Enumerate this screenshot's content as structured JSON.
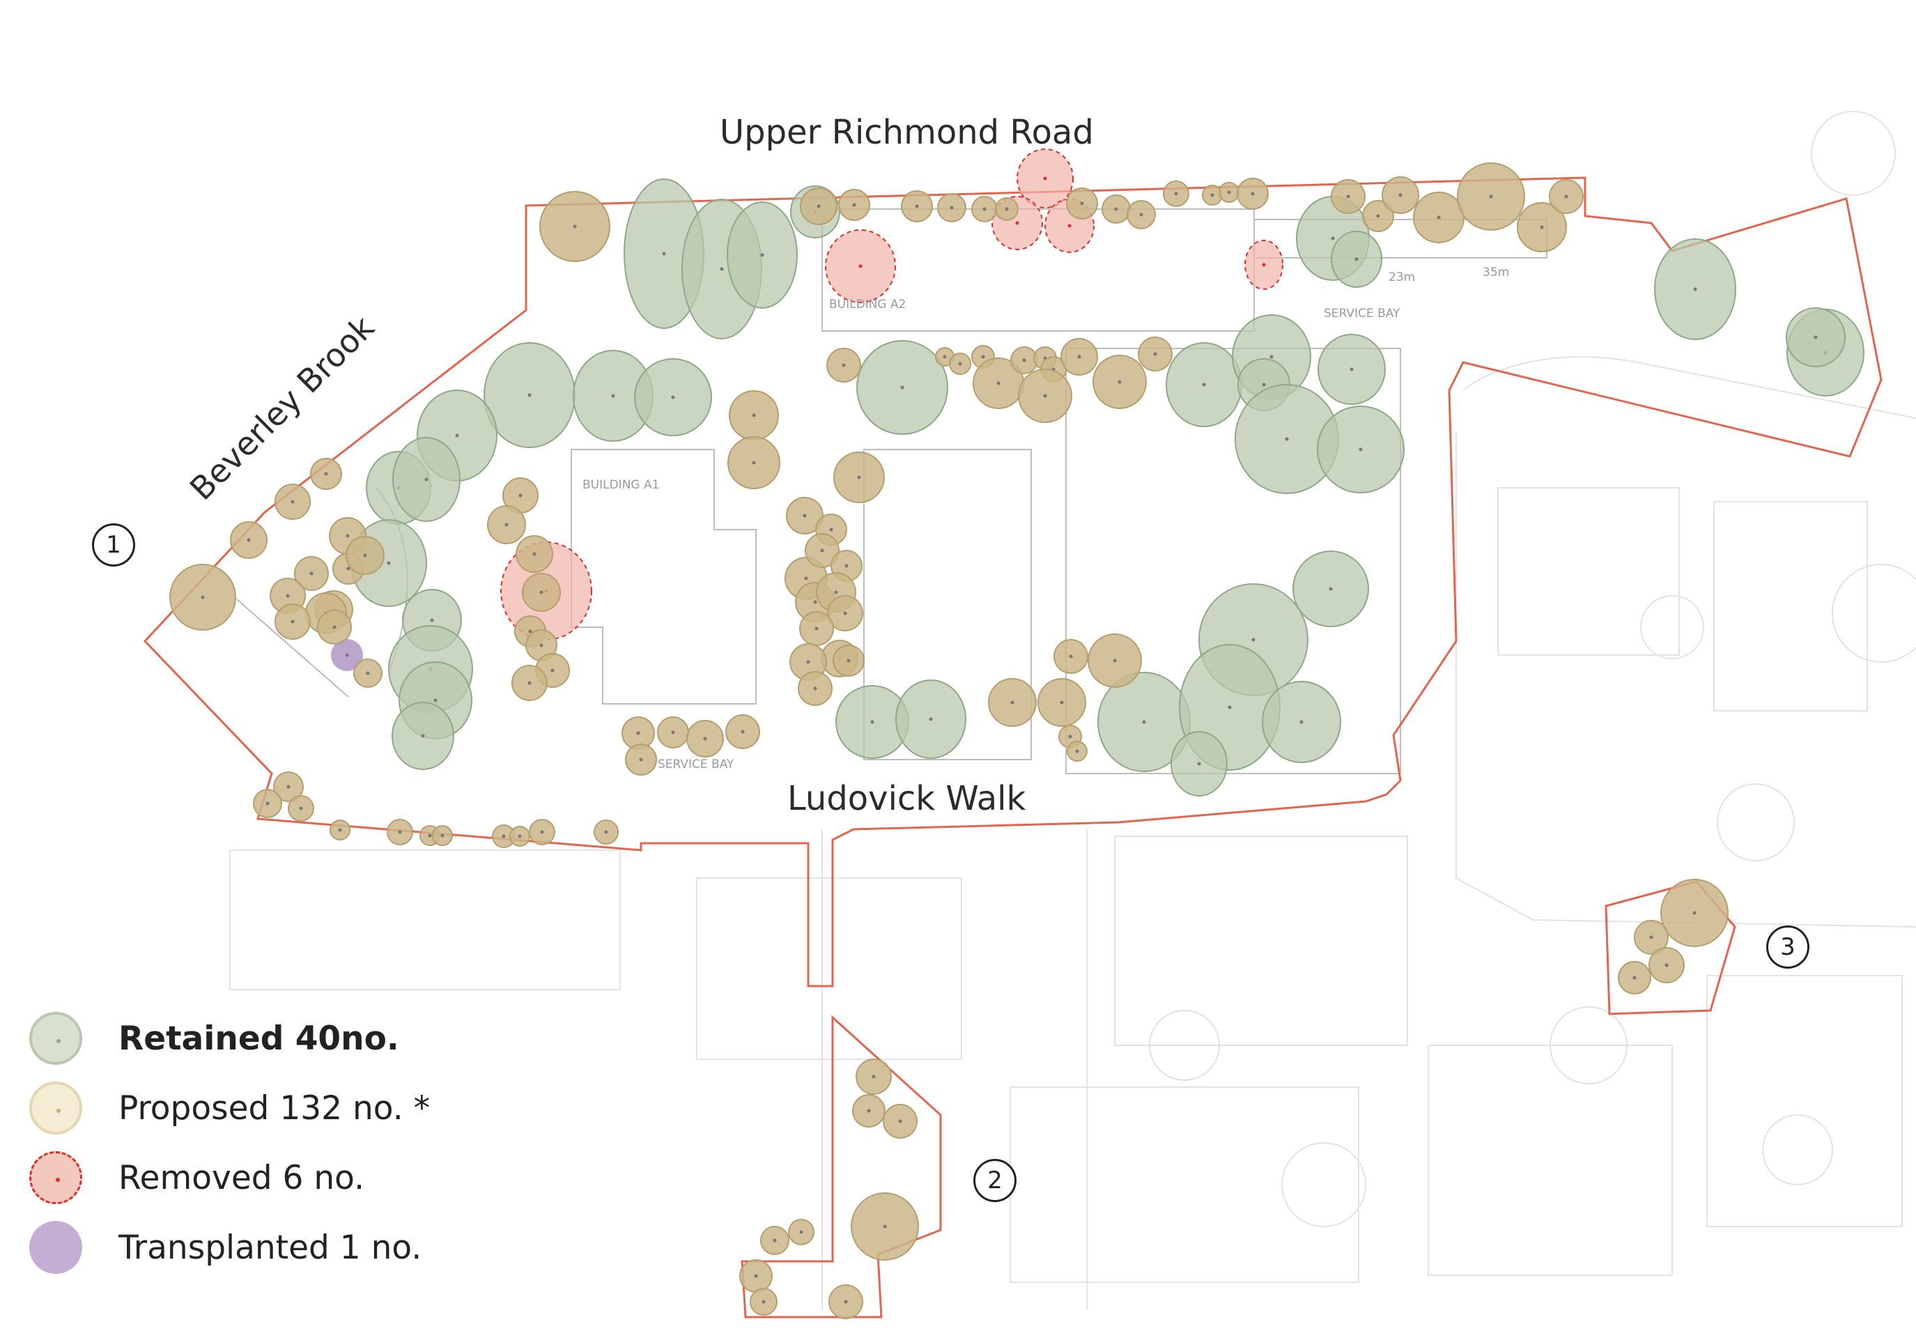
{
  "map": {
    "roads": {
      "north": "Upper Richmond Road",
      "south": "Ludovick Walk",
      "west_brook": "Beverley Brook"
    },
    "building_labels": {
      "a1": "BUILDING A1",
      "a2": "BUILDING A2",
      "service_bay_north": "SERVICE BAY",
      "service_bay_south": "SERVICE BAY",
      "dim_23": "23m",
      "dim_35": "35m"
    },
    "area_markers": [
      "1",
      "2",
      "3"
    ]
  },
  "legend": {
    "retained": {
      "label": "Retained 40no.",
      "color": "#d8e0d0",
      "stroke": "#b8c7ae"
    },
    "proposed": {
      "label": "Proposed 132 no. *",
      "color": "#f4ecd4",
      "stroke": "#e4d6ae"
    },
    "removed": {
      "label": "Removed 6 no.",
      "color": "#f3c8bd",
      "stroke": "#d9312b"
    },
    "transplanted": {
      "label": "Transplanted 1 no.",
      "color": "#c4aed3"
    }
  },
  "colors": {
    "boundary": "#e06650",
    "retained_tree": "#b8c8ac",
    "retained_tree_stroke": "#8fa887",
    "proposed_tree": "#cbb689",
    "proposed_tree_stroke": "#b59e6f",
    "removed_tree": "#f0b4a8",
    "removed_tree_stroke": "#d9312b",
    "transplanted_tree": "#b49cc9",
    "basemap_line": "#dcdcdc"
  }
}
